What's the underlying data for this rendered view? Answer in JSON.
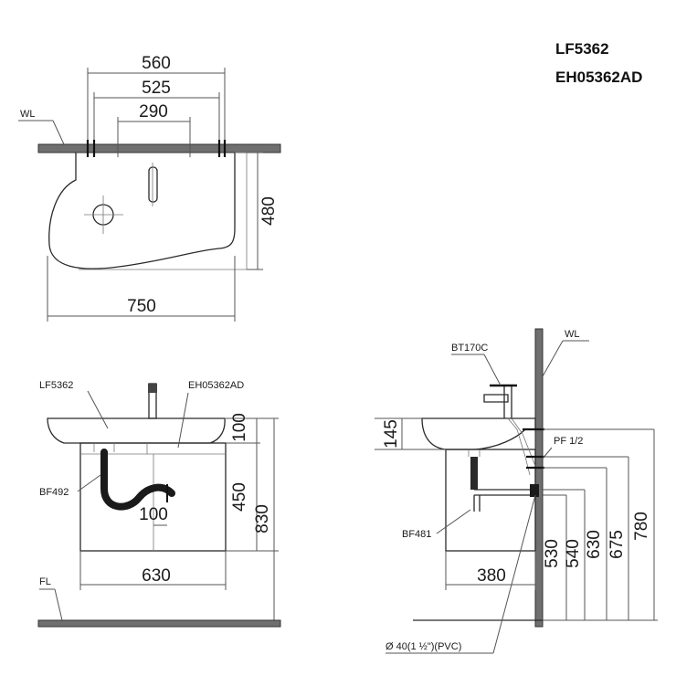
{
  "models": [
    "LF5362",
    "EH05362AD"
  ],
  "top_view": {
    "wall_label": "WL",
    "dims": {
      "d560": "560",
      "d525": "525",
      "d290": "290",
      "d480": "480",
      "d750": "750"
    }
  },
  "front_view": {
    "labels": {
      "basin": "LF5362",
      "cabinet": "EH05362AD",
      "trap": "BF492",
      "floor": "FL"
    },
    "dims": {
      "d100_top": "100",
      "d450": "450",
      "d830": "830",
      "d100_inner": "100",
      "d630": "630"
    }
  },
  "side_view": {
    "labels": {
      "faucet": "BT170C",
      "wall": "WL",
      "inlet": "PF 1/2",
      "trap": "BF481",
      "drain": "Ø  40(1 ½\")(PVC)"
    },
    "dims": {
      "d145": "145",
      "d380": "380",
      "d530": "530",
      "d540": "540",
      "d630": "630",
      "d675": "675",
      "d780": "780"
    }
  }
}
